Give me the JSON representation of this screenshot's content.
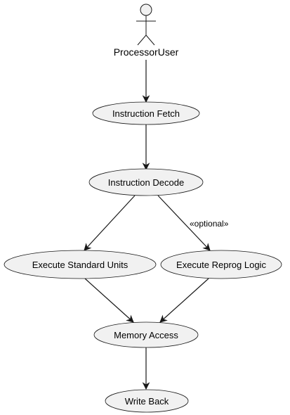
{
  "actor": {
    "name": "ProcessorUser"
  },
  "use_cases": {
    "fetch": "Instruction Fetch",
    "decode": "Instruction Decode",
    "exec_std": "Execute Standard Units",
    "exec_reprog": "Execute Reprog Logic",
    "memory": "Memory Access",
    "writeback": "Write Back"
  },
  "edges": {
    "decode_to_reprog_stereotype": "«optional»"
  },
  "colors": {
    "node_fill": "#f1f1f1",
    "stroke": "#181818"
  }
}
